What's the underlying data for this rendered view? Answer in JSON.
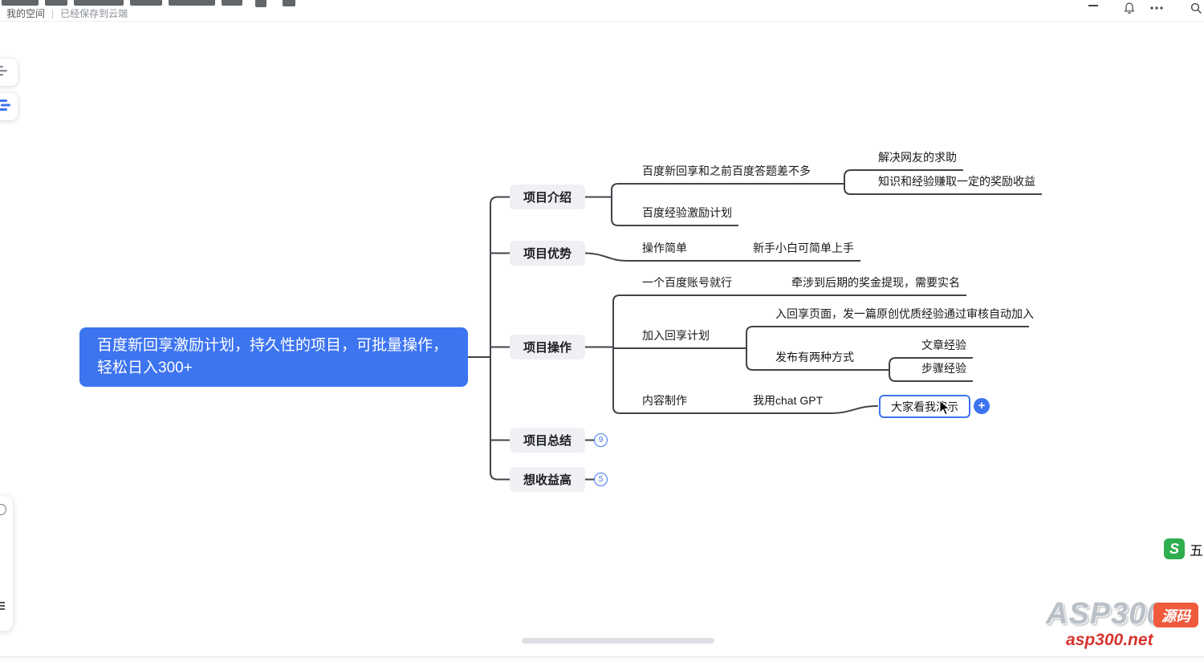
{
  "topbar": {
    "breadcrumb": {
      "space": "我的空间",
      "divider": "|",
      "status": "已经保存到云端"
    },
    "icons": [
      "minimize-icon",
      "bell-icon",
      "more-icon",
      "search-icon"
    ]
  },
  "colors": {
    "accent": "#3D74F0",
    "connector": "#3f444a",
    "branch_bg": "#eef0f3",
    "ime_green": "#2eae4e",
    "watermark_red": "#d5342e",
    "watermark_badge_orange": "#f05a3c"
  },
  "canvas": {
    "tree": {
      "label": "百度新回享激励计划，持久性的项目，可批量操作，轻松日入300+",
      "children": [
        {
          "label": "项目介绍",
          "children": [
            {
              "label": "百度新回享和之前百度答题差不多",
              "children": [
                {
                  "label": "解决网友的求助"
                },
                {
                  "label": "知识和经验赚取一定的奖励收益"
                }
              ]
            },
            {
              "label": "百度经验激励计划"
            }
          ]
        },
        {
          "label": "项目优势",
          "children": [
            {
              "label": "操作简单",
              "children": [
                {
                  "label": "新手小白可简单上手"
                }
              ]
            }
          ]
        },
        {
          "label": "项目操作",
          "children": [
            {
              "label": "一个百度账号就行",
              "children": [
                {
                  "label": "牵涉到后期的奖金提现，需要实名"
                }
              ]
            },
            {
              "label": "加入回享计划",
              "children": [
                {
                  "label": "入回享页面，发一篇原创优质经验通过审核自动加入"
                },
                {
                  "label": "发布有两种方式",
                  "children": [
                    {
                      "label": "文章经验"
                    },
                    {
                      "label": "步骤经验"
                    }
                  ]
                }
              ]
            },
            {
              "label": "内容制作",
              "children": [
                {
                  "label": "我用chat GPT",
                  "children": [
                    {
                      "label": "大家看我演示",
                      "selected": true
                    }
                  ]
                }
              ]
            }
          ]
        },
        {
          "label": "项目总结",
          "collapsed_count": "9"
        },
        {
          "label": "想收益高",
          "collapsed_count": "5"
        }
      ]
    }
  },
  "ui": {
    "add_button": "+",
    "zoom_suffix": "%",
    "zoom_panel_icons": [
      "locate-icon",
      "menu-icon"
    ],
    "left_panel_icons": [
      "outline-icon",
      "structure-icon"
    ]
  },
  "ime": {
    "logo": "S",
    "mode": "五"
  },
  "watermark": {
    "brand": "ASP300",
    "badge": "源码",
    "site": "asp300.net"
  }
}
